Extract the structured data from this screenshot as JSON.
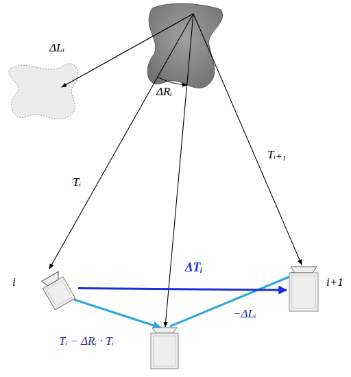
{
  "diagram": {
    "nodes": [
      {
        "text": [
          "i"
        ]
      },
      {
        "text": [
          "i+1"
        ]
      }
    ],
    "edges": [
      {
        "from": 0,
        "to": 1,
        "arrow": "to",
        "label": "ΔTᵢ"
      }
    ],
    "labels": [
      "ΔLᵢ",
      "ΔRᵢ",
      "Tᵢ",
      "Tᵢ₊₁",
      "Tᵢ − ΔRᵢ · Tᵢ",
      "−ΔLᵢ"
    ]
  }
}
